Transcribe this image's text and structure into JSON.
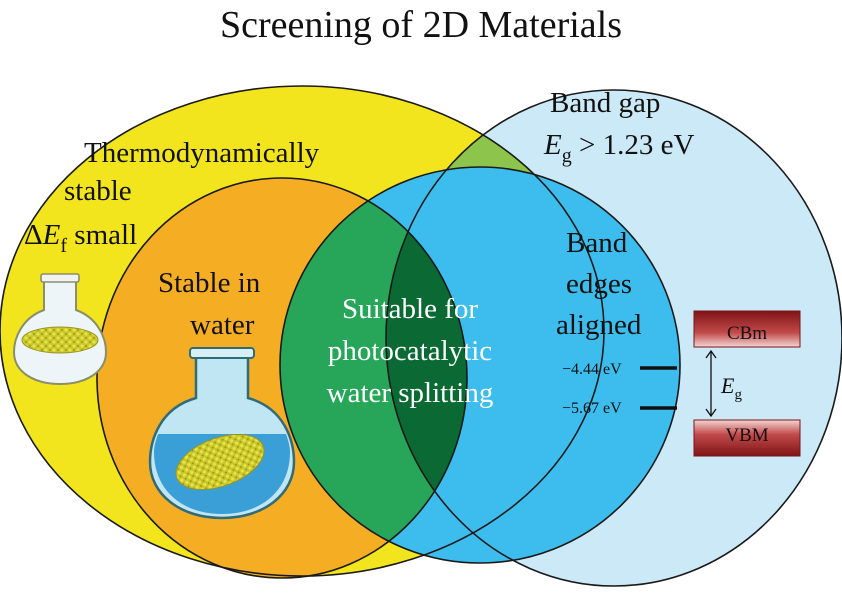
{
  "title": "Screening of 2D Materials",
  "colors": {
    "thermo": "#f2e51d",
    "bandgap": "#cbe9f7",
    "water": "#f5ae24",
    "edges": "#3dbdee",
    "overlap_tb": "#8dc44c",
    "center": "#0b6a33",
    "overlap_we": "#27a65a",
    "cbm_bar": "#9b1c1f",
    "vbm_bar": "#9b1c1f"
  },
  "regions": {
    "thermo": {
      "line1": "Thermodynamically",
      "line2": "stable",
      "delta": "Δ",
      "E": "E",
      "sub": "f",
      "rest": " small"
    },
    "bandgap": {
      "line1": "Band gap",
      "E": "E",
      "sub": "g",
      "rest": " > 1.23 eV"
    },
    "water": {
      "line1": "Stable in",
      "line2": "water"
    },
    "edges": {
      "line1": "Band",
      "line2": "edges",
      "line3": "aligned"
    },
    "center": {
      "line1": "Suitable for",
      "line2": "photocatalytic",
      "line3": "water splitting"
    }
  },
  "energy": {
    "level1": "−4.44 eV",
    "level2": "−5.67 eV",
    "cbm": "CBm",
    "vbm": "VBM",
    "gap_E": "E",
    "gap_sub": "g"
  },
  "icons": [
    "small-flask-icon",
    "large-flask-icon",
    "double-arrow-icon"
  ]
}
